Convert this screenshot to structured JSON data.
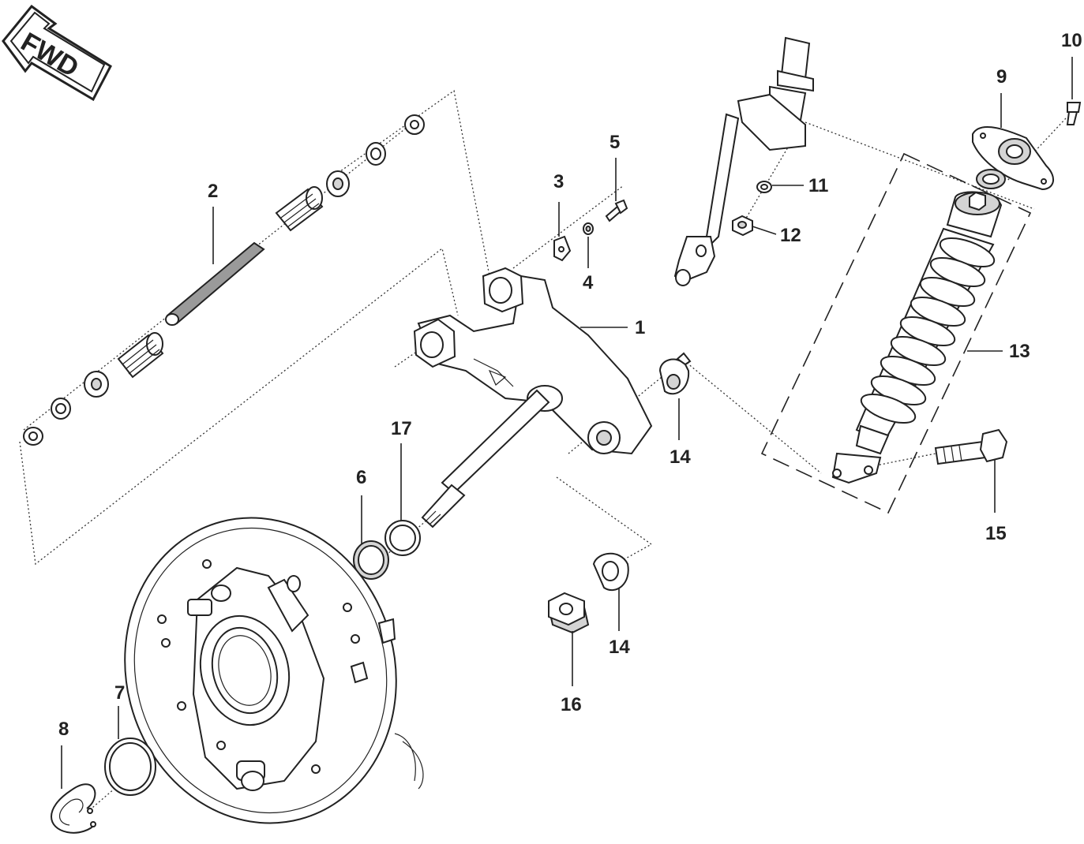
{
  "fwd_label": "FWD",
  "callouts": {
    "c1": "1",
    "c2": "2",
    "c3": "3",
    "c4": "4",
    "c5": "5",
    "c6": "6",
    "c7": "7",
    "c8": "8",
    "c9": "9",
    "c10": "10",
    "c11": "11",
    "c12": "12",
    "c13": "13",
    "c14a": "14",
    "c14b": "14",
    "c15": "15",
    "c16": "16",
    "c17": "17"
  },
  "colors": {
    "ink": "#222222",
    "rubber": "#d4d4d4",
    "shade": "#9a9a9a"
  }
}
